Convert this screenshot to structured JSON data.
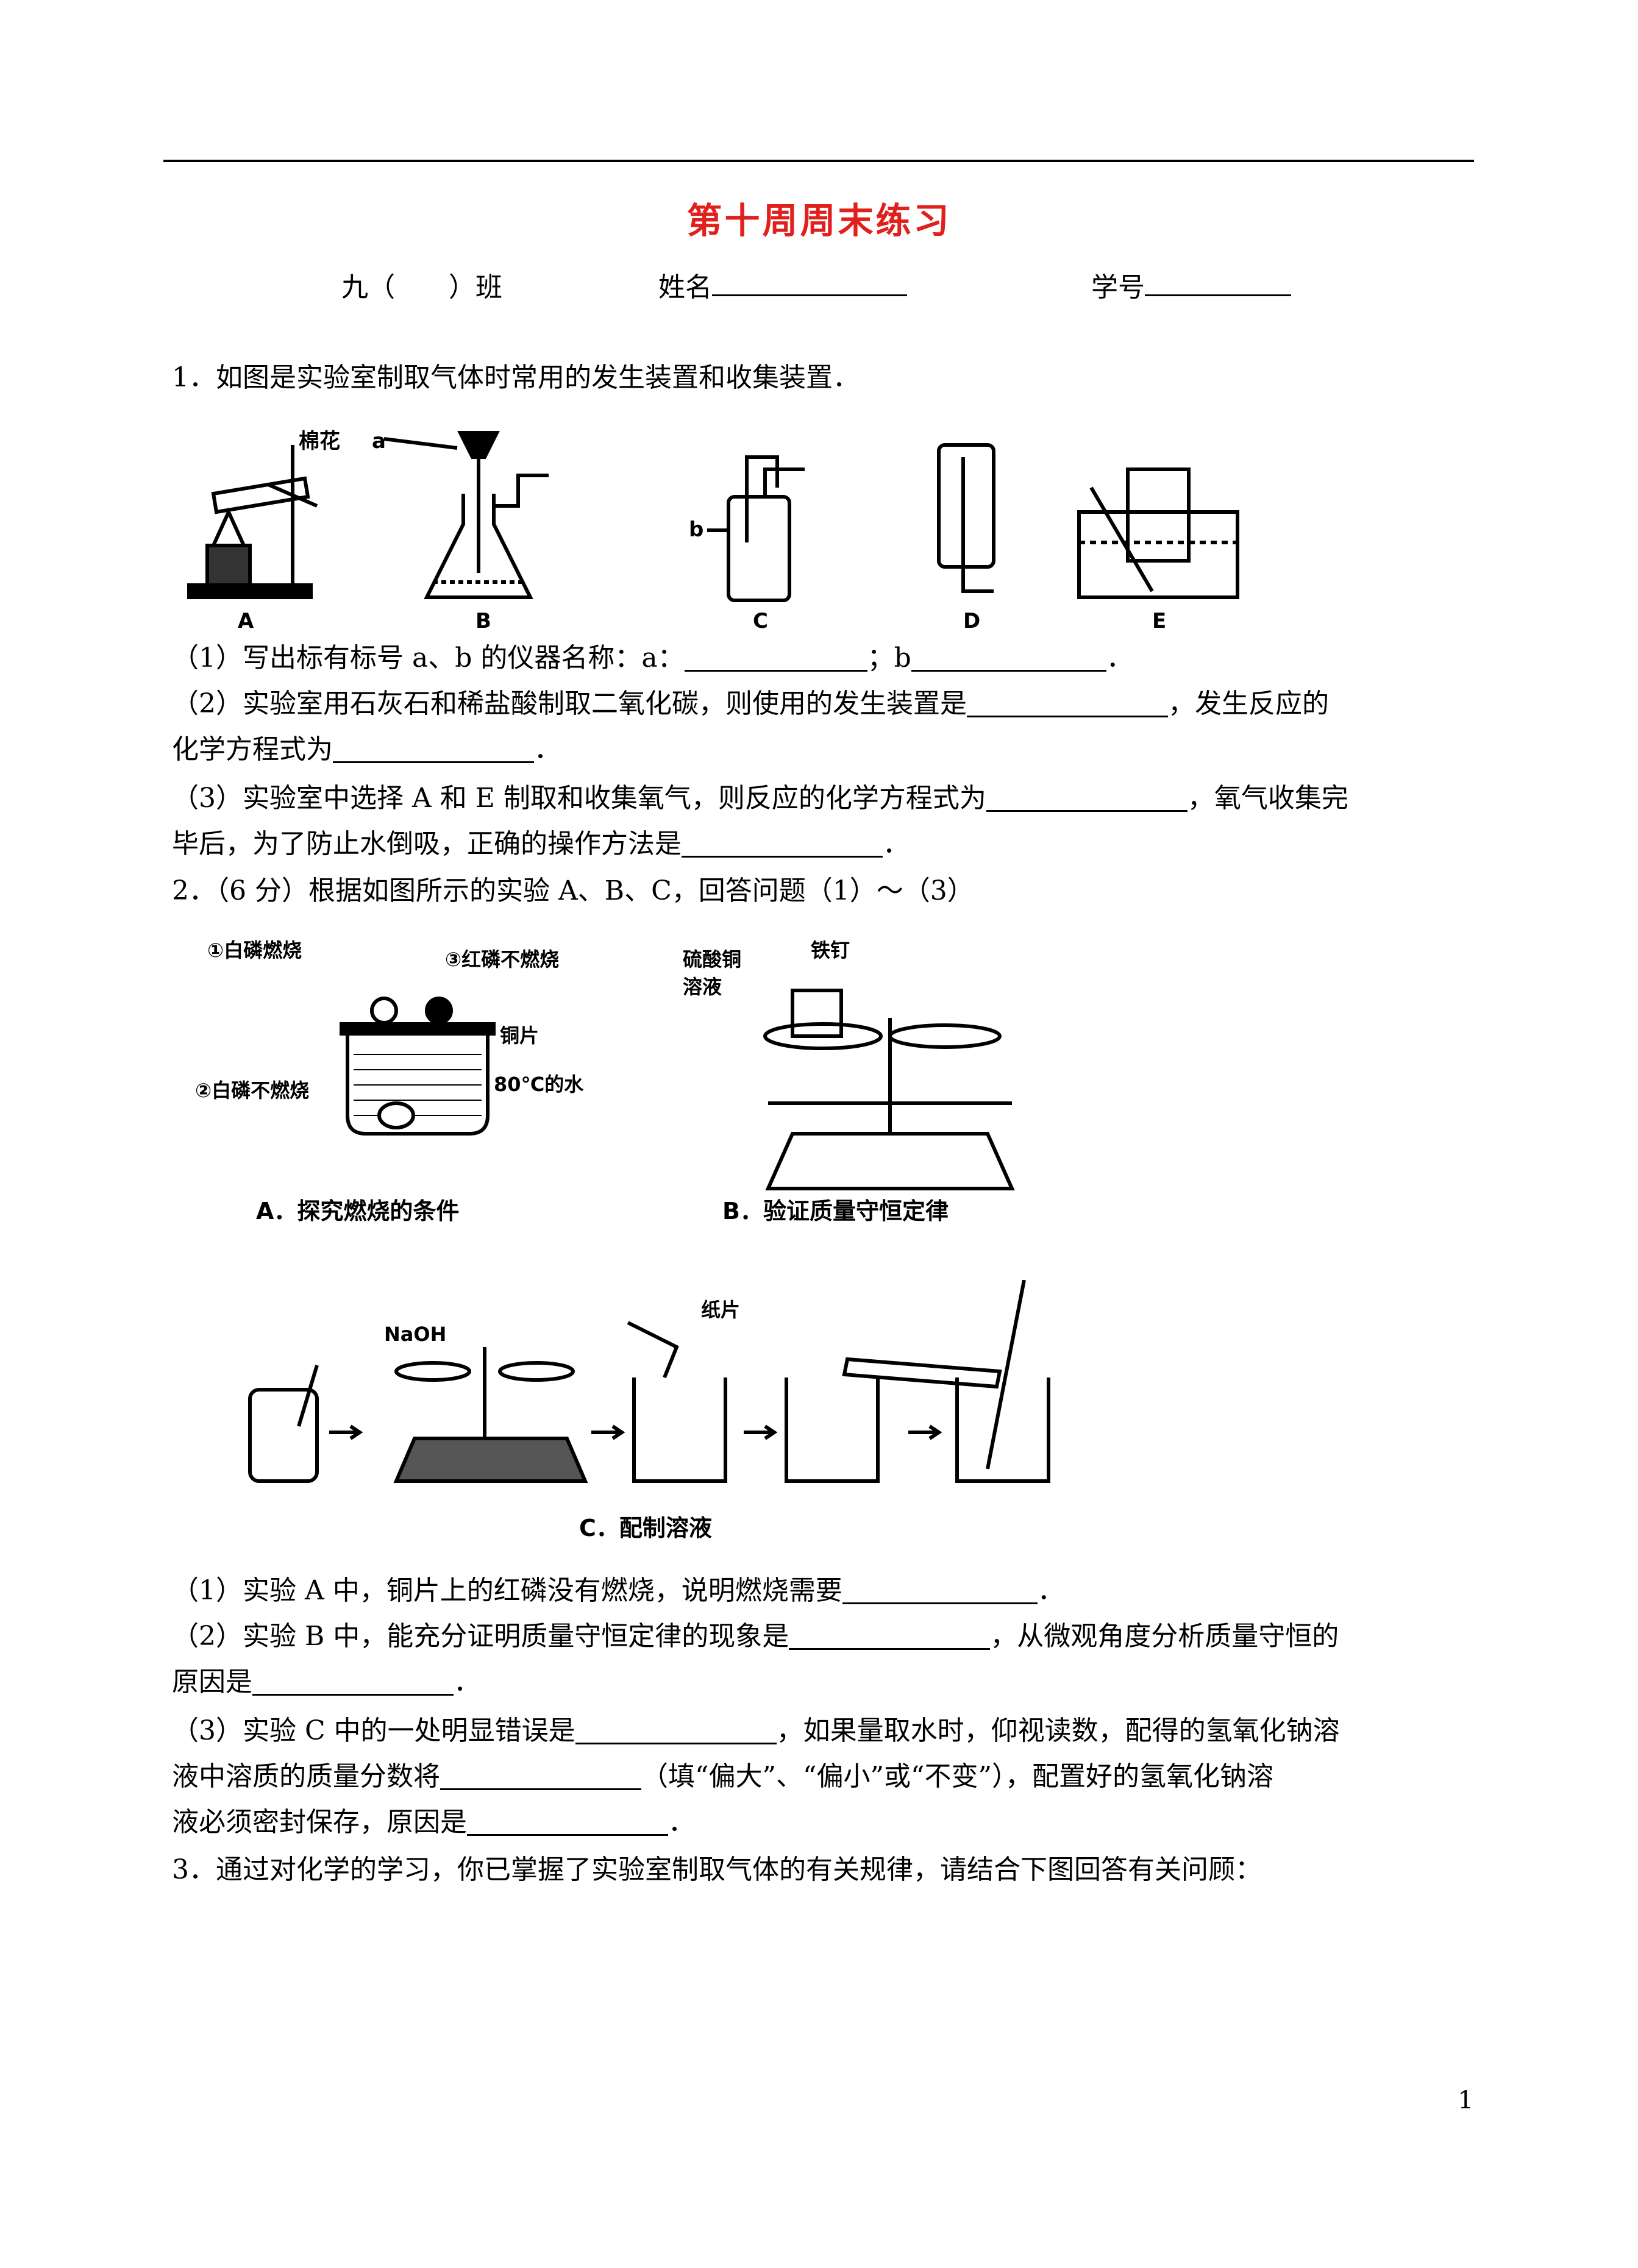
{
  "title": "第十周周末练习",
  "info": {
    "class_label": "九（　　）班",
    "name_label": "姓名",
    "number_label": "学号"
  },
  "q1": {
    "stem": "1．如图是实验室制取气体时常用的发生装置和收集装置．",
    "fig_labels": [
      "A",
      "B",
      "C",
      "D",
      "E"
    ],
    "fig_text": {
      "cotton": "棉花",
      "a": "a",
      "b": "b"
    },
    "p1_a": "（1）写出标有标号 a、b 的仪器名称：a：",
    "p1_b": "；b",
    "p1_end": "．",
    "p2_a": "（2）实验室用石灰石和稀盐酸制取二氧化碳，则使用的发生装置是",
    "p2_b": "，发生反应的",
    "p2_c": "化学方程式为",
    "p2_end": "．",
    "p3_a": "（3）实验室中选择 A 和 E 制取和收集氧气，则反应的化学方程式为",
    "p3_b": "，氧气收集完",
    "p3_c": "毕后，为了防止水倒吸，正确的操作方法是",
    "p3_end": "．"
  },
  "q2": {
    "stem": "2．（6 分）根据如图所示的实验 A、B、C，回答问题（1）～（3）",
    "figA": {
      "l1": "①白磷燃烧",
      "l2": "③红磷不燃烧",
      "l3": "铜片",
      "l4": "②白磷不燃烧",
      "l5": "80℃的水",
      "caption": "A．探究燃烧的条件"
    },
    "figB": {
      "l1": "硫酸铜",
      "l2": "溶液",
      "l3": "铁钉",
      "caption": "B．验证质量守恒定律"
    },
    "figC": {
      "l1": "NaOH",
      "l2": "纸片",
      "caption": "C．配制溶液"
    },
    "p1_a": "（1）实验 A 中，铜片上的红磷没有燃烧，说明燃烧需要",
    "p1_end": "．",
    "p2_a": "（2）实验 B 中，能充分证明质量守恒定律的现象是",
    "p2_b": "，从微观角度分析质量守恒的",
    "p2_c": "原因是",
    "p2_end": "．",
    "p3_a": "（3）实验 C 中的一处明显错误是",
    "p3_b": "，如果量取水时，仰视读数，配得的氢氧化钠溶",
    "p3_c": "液中溶质的质量分数将",
    "p3_d": "（填“偏大”、“偏小”或“不变”），配置好的氢氧化钠溶",
    "p3_e": "液必须密封保存，原因是",
    "p3_end": "．"
  },
  "q3": {
    "stem": "3．通过对化学的学习，你已掌握了实验室制取气体的有关规律，请结合下图回答有关问顾："
  },
  "page_number": "1"
}
